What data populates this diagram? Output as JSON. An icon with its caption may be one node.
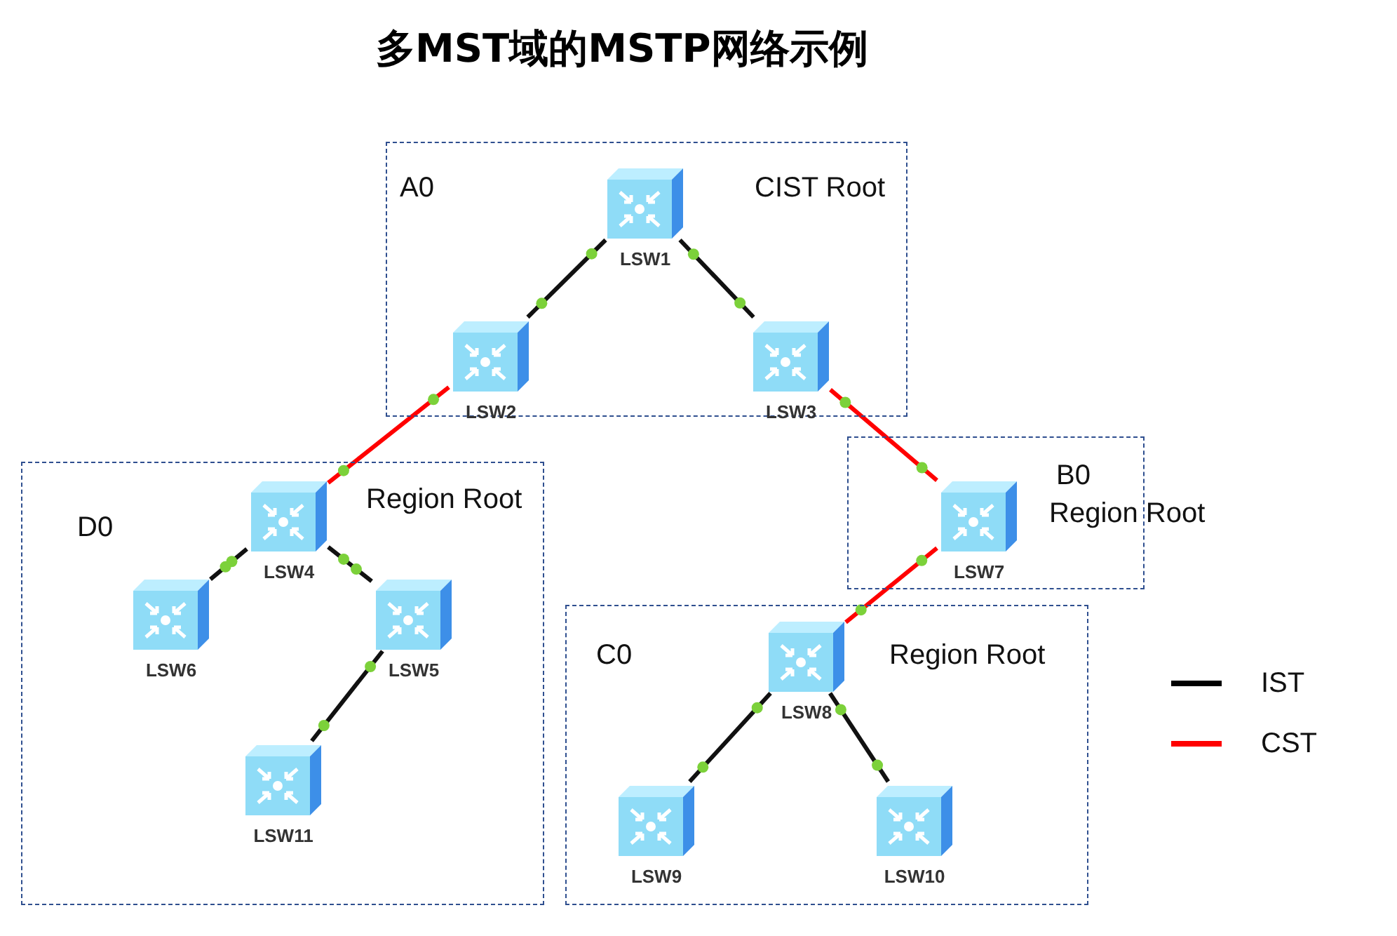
{
  "diagram": {
    "title": "多MST域的MSTP网络示例",
    "nodes": [
      {
        "text": [
          "A0",
          "CIST Root"
        ]
      },
      {
        "text": [
          "LSW1"
        ],
        "in": 0
      },
      {
        "text": [
          "LSW2"
        ],
        "in": 0
      },
      {
        "text": [
          "LSW3"
        ],
        "in": 0
      },
      {
        "text": [
          "D0",
          "Region Root"
        ]
      },
      {
        "text": [
          "LSW4"
        ],
        "in": 4
      },
      {
        "text": [
          "LSW6"
        ],
        "in": 4
      },
      {
        "text": [
          "LSW5"
        ],
        "in": 4
      },
      {
        "text": [
          "LSW11"
        ],
        "in": 4
      },
      {
        "text": [
          "B0",
          "Region Root"
        ]
      },
      {
        "text": [
          "LSW7"
        ],
        "in": 9
      },
      {
        "text": [
          "C0",
          "Region Root"
        ]
      },
      {
        "text": [
          "LSW8"
        ],
        "in": 11
      },
      {
        "text": [
          "LSW9"
        ],
        "in": 11
      },
      {
        "text": [
          "LSW10"
        ],
        "in": 11
      }
    ],
    "edges": [
      {
        "from": 1,
        "to": 2,
        "arrow": "none"
      },
      {
        "from": 1,
        "to": 3,
        "arrow": "none"
      },
      {
        "from": 2,
        "to": 5,
        "arrow": "none",
        "color": "#ff0000"
      },
      {
        "from": 3,
        "to": 10,
        "arrow": "none",
        "color": "#ff0000"
      },
      {
        "from": 10,
        "to": 12,
        "arrow": "none",
        "color": "#ff0000"
      },
      {
        "from": 5,
        "to": 6,
        "arrow": "none"
      },
      {
        "from": 5,
        "to": 7,
        "arrow": "none"
      },
      {
        "from": 7,
        "to": 8,
        "arrow": "none"
      },
      {
        "from": 12,
        "to": 13,
        "arrow": "none"
      },
      {
        "from": 12,
        "to": 14,
        "arrow": "none"
      }
    ],
    "legend": [
      {
        "text": "IST",
        "color": "#000000"
      },
      {
        "text": "CST",
        "color": "#ff0000"
      }
    ]
  }
}
